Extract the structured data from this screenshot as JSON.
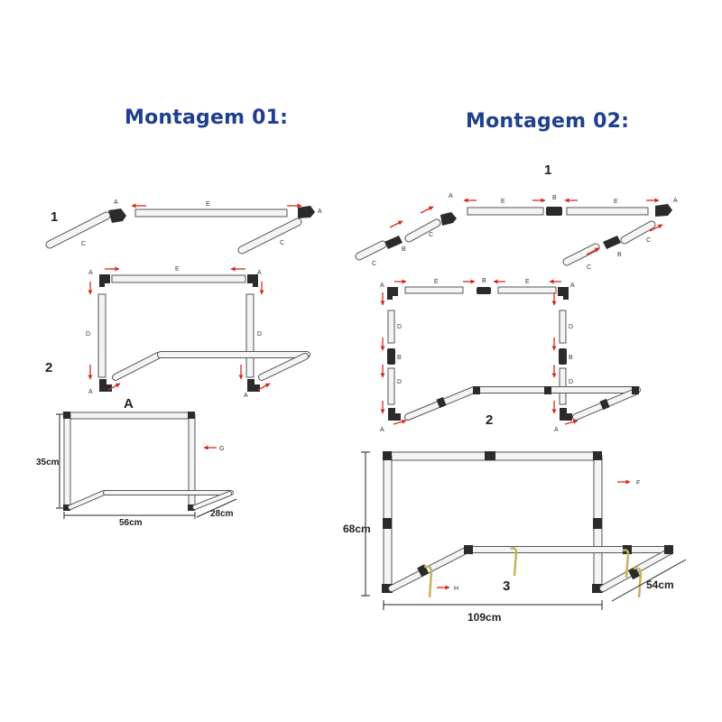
{
  "titles": {
    "left": "Montagem 01:",
    "right": "Montagem 02:"
  },
  "left": {
    "steps": {
      "s1": "1",
      "s2": "2",
      "s3": "A"
    },
    "parts": {
      "a": "A",
      "c": "C",
      "d": "D",
      "e": "E",
      "g": "G"
    },
    "dims": {
      "height": "35cm",
      "width": "56cm",
      "depth": "28cm"
    }
  },
  "right": {
    "steps": {
      "s1": "1",
      "s2": "2",
      "s3": "3"
    },
    "parts": {
      "a": "A",
      "b": "B",
      "c": "C",
      "d": "D",
      "e": "E",
      "f": "F",
      "h": "H"
    },
    "dims": {
      "height": "68cm",
      "width": "109cm",
      "depth": "54cm"
    }
  },
  "colors": {
    "title": "#1f3f8f",
    "arrow": "#d9291c",
    "connector": "#2b2b2b",
    "tube_fill": "#f4f4f4",
    "stake": "#c9b25a"
  }
}
